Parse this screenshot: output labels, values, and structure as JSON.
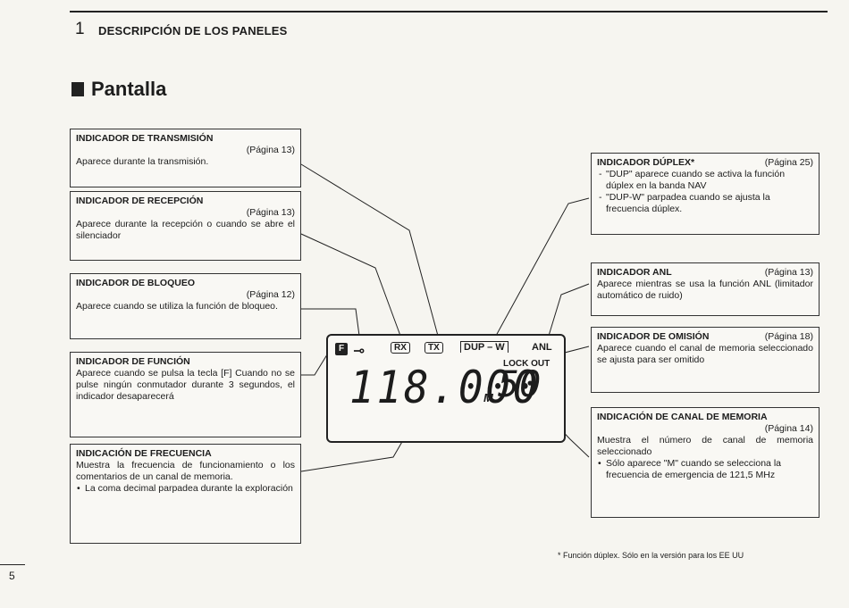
{
  "header": {
    "chapter_number": "1",
    "chapter_title": "DESCRIPCIÓN DE LOS PANELES"
  },
  "section": {
    "title": "Pantalla"
  },
  "callouts": {
    "tx": {
      "title": "INDICADOR DE TRANSMISIÓN",
      "page": "(Página 13)",
      "desc": "Aparece durante la transmisión."
    },
    "rx": {
      "title": "INDICADOR DE RECEPCIÓN",
      "page": "(Página 13)",
      "desc": "Aparece durante la recepción o cuando se abre el silenciador"
    },
    "lock": {
      "title": "INDICADOR DE BLOQUEO",
      "page": "(Página 12)",
      "desc": "Aparece cuando se utiliza la función de bloqueo."
    },
    "func": {
      "title": "INDICADOR DE FUNCIÓN",
      "desc": "Aparece cuando se pulsa la tecla [F] Cuando no se pulse ningún conmutador durante 3 segundos, el indicador desaparecerá"
    },
    "freq": {
      "title": "INDICACIÓN DE FRECUENCIA",
      "desc": "Muestra la frecuencia de funcionamiento o los comentarios de un canal de memoria.",
      "bullet": "La coma decimal parpadea durante la exploración"
    },
    "duplex": {
      "title": "INDICADOR DÚPLEX*",
      "page": "(Página 25)",
      "items": [
        "\"DUP\" aparece cuando se activa la función dúplex en la banda NAV",
        "\"DUP-W\" parpadea cuando se ajusta la frecuencia dúplex."
      ]
    },
    "anl": {
      "title": "INDICADOR ANL",
      "page": "(Página 13)",
      "desc": "Aparece mientras se usa la función ANL (limitador automático de ruido)"
    },
    "skip": {
      "title": "INDICADOR DE OMISIÓN",
      "page": "(Página 18)",
      "desc": "Aparece cuando el canal de memoria seleccionado se ajusta para ser omitido"
    },
    "memch": {
      "title": "INDICACIÓN DE CANAL DE MEMORIA",
      "page": "(Página 14)",
      "desc": "Muestra el número de canal de memoria seleccionado",
      "bullet": "Sólo aparece \"M\" cuando se selecciona la frecuencia de emergencia de 121,5 MHz"
    }
  },
  "lcd": {
    "f": "F",
    "key": "⊸",
    "rx": "RX",
    "tx": "TX",
    "dup": "DUP – W",
    "anl": "ANL",
    "lockout": "LOCK OUT",
    "frequency": "118.000",
    "m": "M",
    "channel": "50"
  },
  "footnote": "* Función dúplex. Sólo en la versión para los EE UU",
  "page_number": "5"
}
